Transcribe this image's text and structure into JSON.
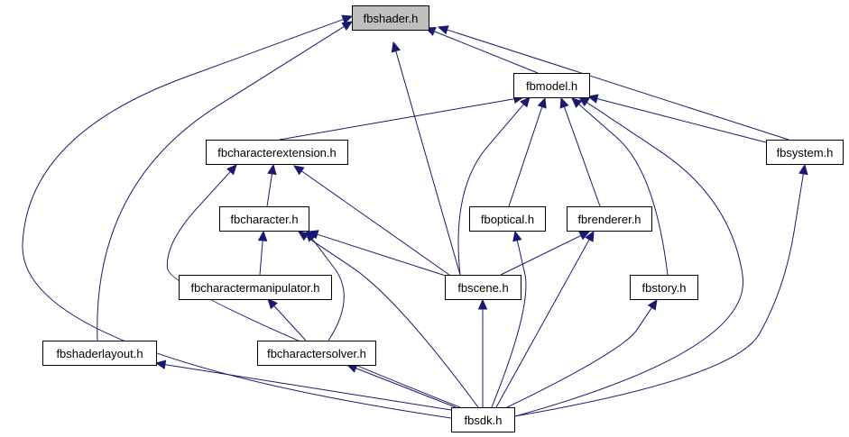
{
  "diagram": {
    "type": "include-dependency-graph",
    "colors": {
      "edge": "#191970",
      "node_fill": "#ffffff",
      "highlight_fill": "#bfbfbf",
      "node_border": "#000000"
    },
    "nodes": {
      "fbshader": {
        "label": "fbshader.h",
        "highlight": true
      },
      "fbmodel": {
        "label": "fbmodel.h"
      },
      "fbcharacterextension": {
        "label": "fbcharacterextension.h"
      },
      "fbsystem": {
        "label": "fbsystem.h"
      },
      "fbcharacter": {
        "label": "fbcharacter.h"
      },
      "fboptical": {
        "label": "fboptical.h"
      },
      "fbrenderer": {
        "label": "fbrenderer.h"
      },
      "fbcharactermanipulator": {
        "label": "fbcharactermanipulator.h"
      },
      "fbscene": {
        "label": "fbscene.h"
      },
      "fbstory": {
        "label": "fbstory.h"
      },
      "fbshaderlayout": {
        "label": "fbshaderlayout.h"
      },
      "fbcharactersolver": {
        "label": "fbcharactersolver.h"
      },
      "fbsdk": {
        "label": "fbsdk.h"
      }
    },
    "edges": [
      {
        "from": "fbmodel",
        "to": "fbshader"
      },
      {
        "from": "fbsystem",
        "to": "fbshader"
      },
      {
        "from": "fbscene",
        "to": "fbshader"
      },
      {
        "from": "fbshaderlayout",
        "to": "fbshader"
      },
      {
        "from": "fbsdk",
        "to": "fbshader"
      },
      {
        "from": "fbcharacterextension",
        "to": "fbmodel"
      },
      {
        "from": "fbsystem",
        "to": "fbmodel"
      },
      {
        "from": "fboptical",
        "to": "fbmodel"
      },
      {
        "from": "fbrenderer",
        "to": "fbmodel"
      },
      {
        "from": "fbscene",
        "to": "fbmodel"
      },
      {
        "from": "fbstory",
        "to": "fbmodel"
      },
      {
        "from": "fbsdk",
        "to": "fbmodel"
      },
      {
        "from": "fbcharacter",
        "to": "fbcharacterextension"
      },
      {
        "from": "fbscene",
        "to": "fbcharacterextension"
      },
      {
        "from": "fbsdk",
        "to": "fbcharacterextension"
      },
      {
        "from": "fbcharactermanipulator",
        "to": "fbcharacter"
      },
      {
        "from": "fbcharactersolver",
        "to": "fbcharacter"
      },
      {
        "from": "fbscene",
        "to": "fbcharacter"
      },
      {
        "from": "fbsdk",
        "to": "fbcharacter"
      },
      {
        "from": "fbsdk",
        "to": "fboptical"
      },
      {
        "from": "fbscene",
        "to": "fbrenderer"
      },
      {
        "from": "fbsdk",
        "to": "fbrenderer"
      },
      {
        "from": "fbcharactersolver",
        "to": "fbcharactermanipulator"
      },
      {
        "from": "fbsdk",
        "to": "fbscene"
      },
      {
        "from": "fbsdk",
        "to": "fbstory"
      },
      {
        "from": "fbsdk",
        "to": "fbsystem"
      },
      {
        "from": "fbsdk",
        "to": "fbshaderlayout"
      },
      {
        "from": "fbsdk",
        "to": "fbcharactersolver"
      }
    ]
  }
}
